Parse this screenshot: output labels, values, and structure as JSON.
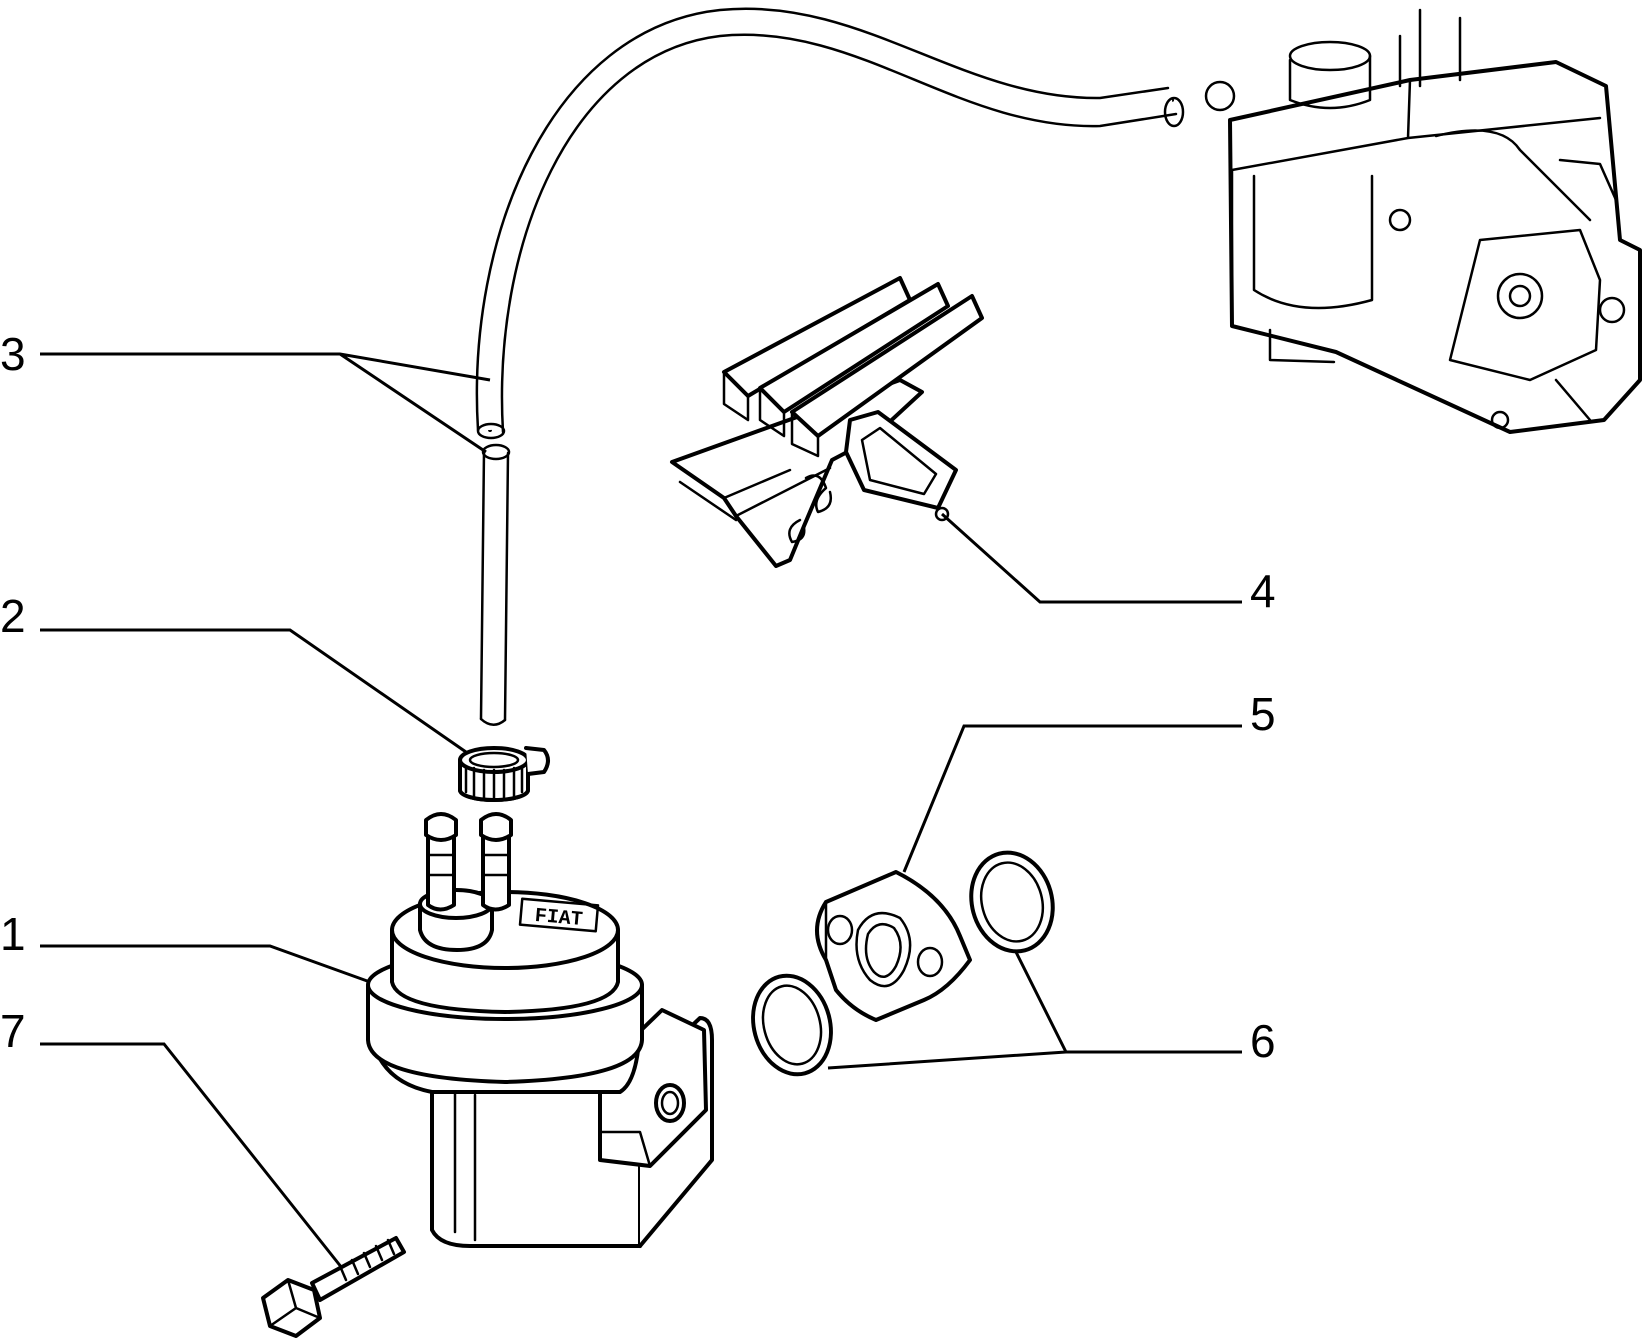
{
  "callouts": [
    {
      "id": "1",
      "label": "1"
    },
    {
      "id": "2",
      "label": "2"
    },
    {
      "id": "3",
      "label": "3"
    },
    {
      "id": "4",
      "label": "4"
    },
    {
      "id": "5",
      "label": "5"
    },
    {
      "id": "6",
      "label": "6"
    },
    {
      "id": "7",
      "label": "7"
    }
  ],
  "pump_brand": "FIAT"
}
